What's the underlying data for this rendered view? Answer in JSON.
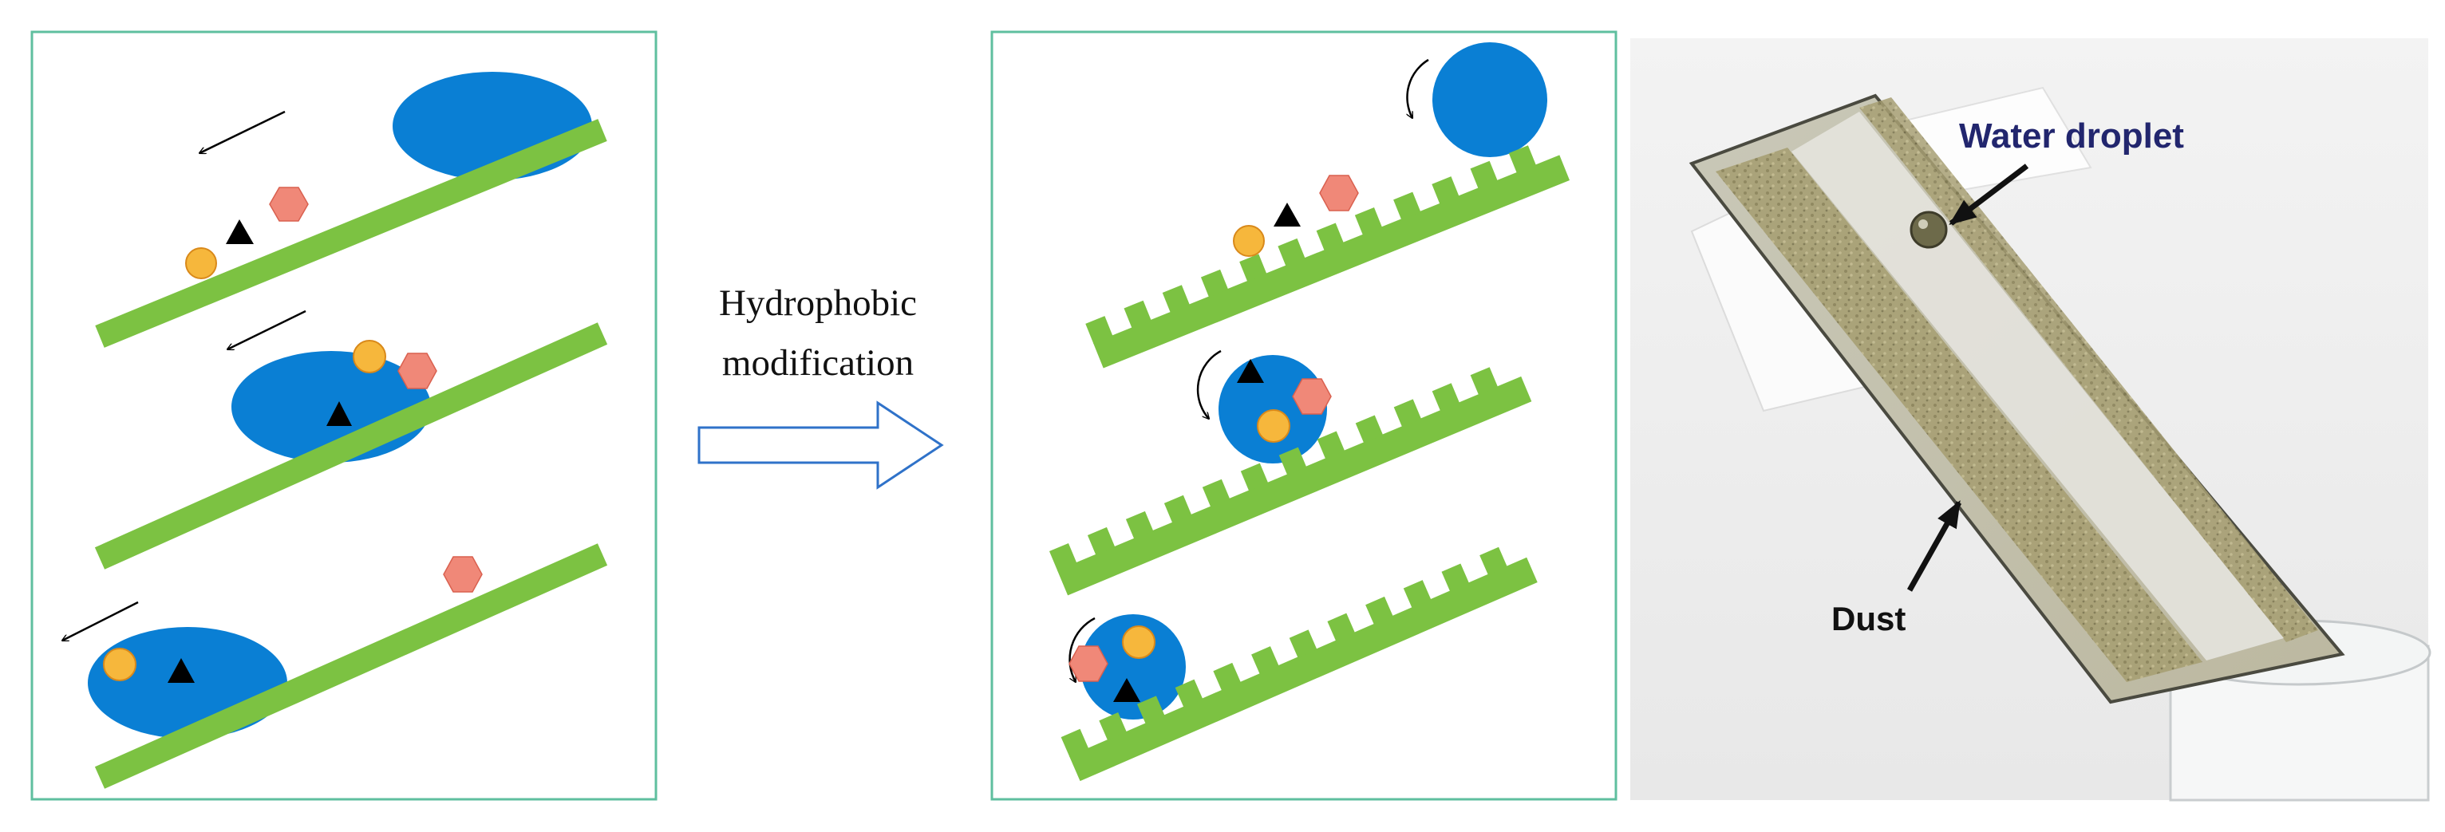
{
  "figure": {
    "arrow_label_line1": "Hydrophobic",
    "arrow_label_line2": "modification",
    "photo_label_droplet": "Water droplet",
    "photo_label_dust": "Dust"
  },
  "colors": {
    "frame": "#5fbf9f",
    "substrate": "#7cc242",
    "droplet": "#0a7fd4",
    "yellow_particle": "#f6b73c",
    "yellow_particle_stroke": "#d9891a",
    "hexagon_particle": "#f08878",
    "hexagon_stroke": "#d9604f",
    "triangle_particle": "#000000",
    "big_arrow_stroke": "#2f72c9",
    "photo_label_droplet": "#22266e",
    "photo_label_dust": "#111111"
  },
  "icons": [
    "motion-arrow-icon",
    "rolling-arrow-icon",
    "block-arrow-icon",
    "droplet-pointer-arrow-icon",
    "dust-pointer-arrow-icon"
  ]
}
